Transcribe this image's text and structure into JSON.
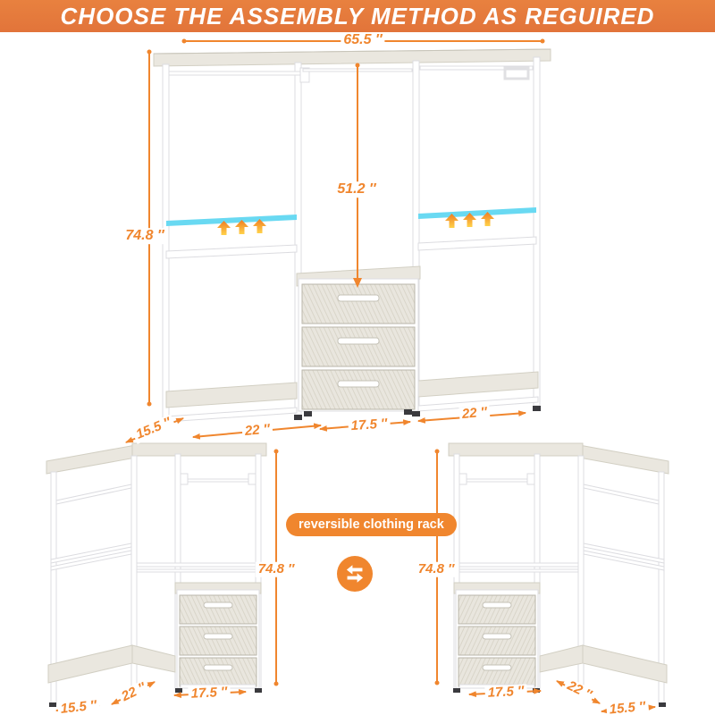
{
  "banner": {
    "title": "CHOOSE THE ASSEMBLY METHOD AS REGUIRED"
  },
  "colors": {
    "accent_orange": "#f0862e",
    "banner_bg": "#e8813f",
    "highlight_cyan": "#69d9f2",
    "wood": "#eae7df",
    "frame_white": "#ffffff"
  },
  "main_rack": {
    "dims": {
      "top_width": "65.5 ″",
      "height": "74.8 ″",
      "inner_height": "51.2 ″",
      "base_depth": "15.5 ″",
      "left_section_width": "22 ″",
      "center_section_width": "17.5 ″",
      "right_section_width": "22 ″"
    }
  },
  "left_variant": {
    "dims": {
      "height": "74.8 ″",
      "wing_depth": "22 ″",
      "drawer_section_width": "17.5 ″",
      "base_depth": "15.5 ″"
    }
  },
  "right_variant": {
    "dims": {
      "height": "74.8 ″",
      "drawer_section_width": "17.5 ″",
      "wing_depth": "22 ″",
      "base_depth": "15.5 ″"
    }
  },
  "middle": {
    "badge_label": "reversible clothing rack",
    "swap_icon": "swap-arrows-icon",
    "assembly_arrow_icon": "up-arrow-icon"
  }
}
